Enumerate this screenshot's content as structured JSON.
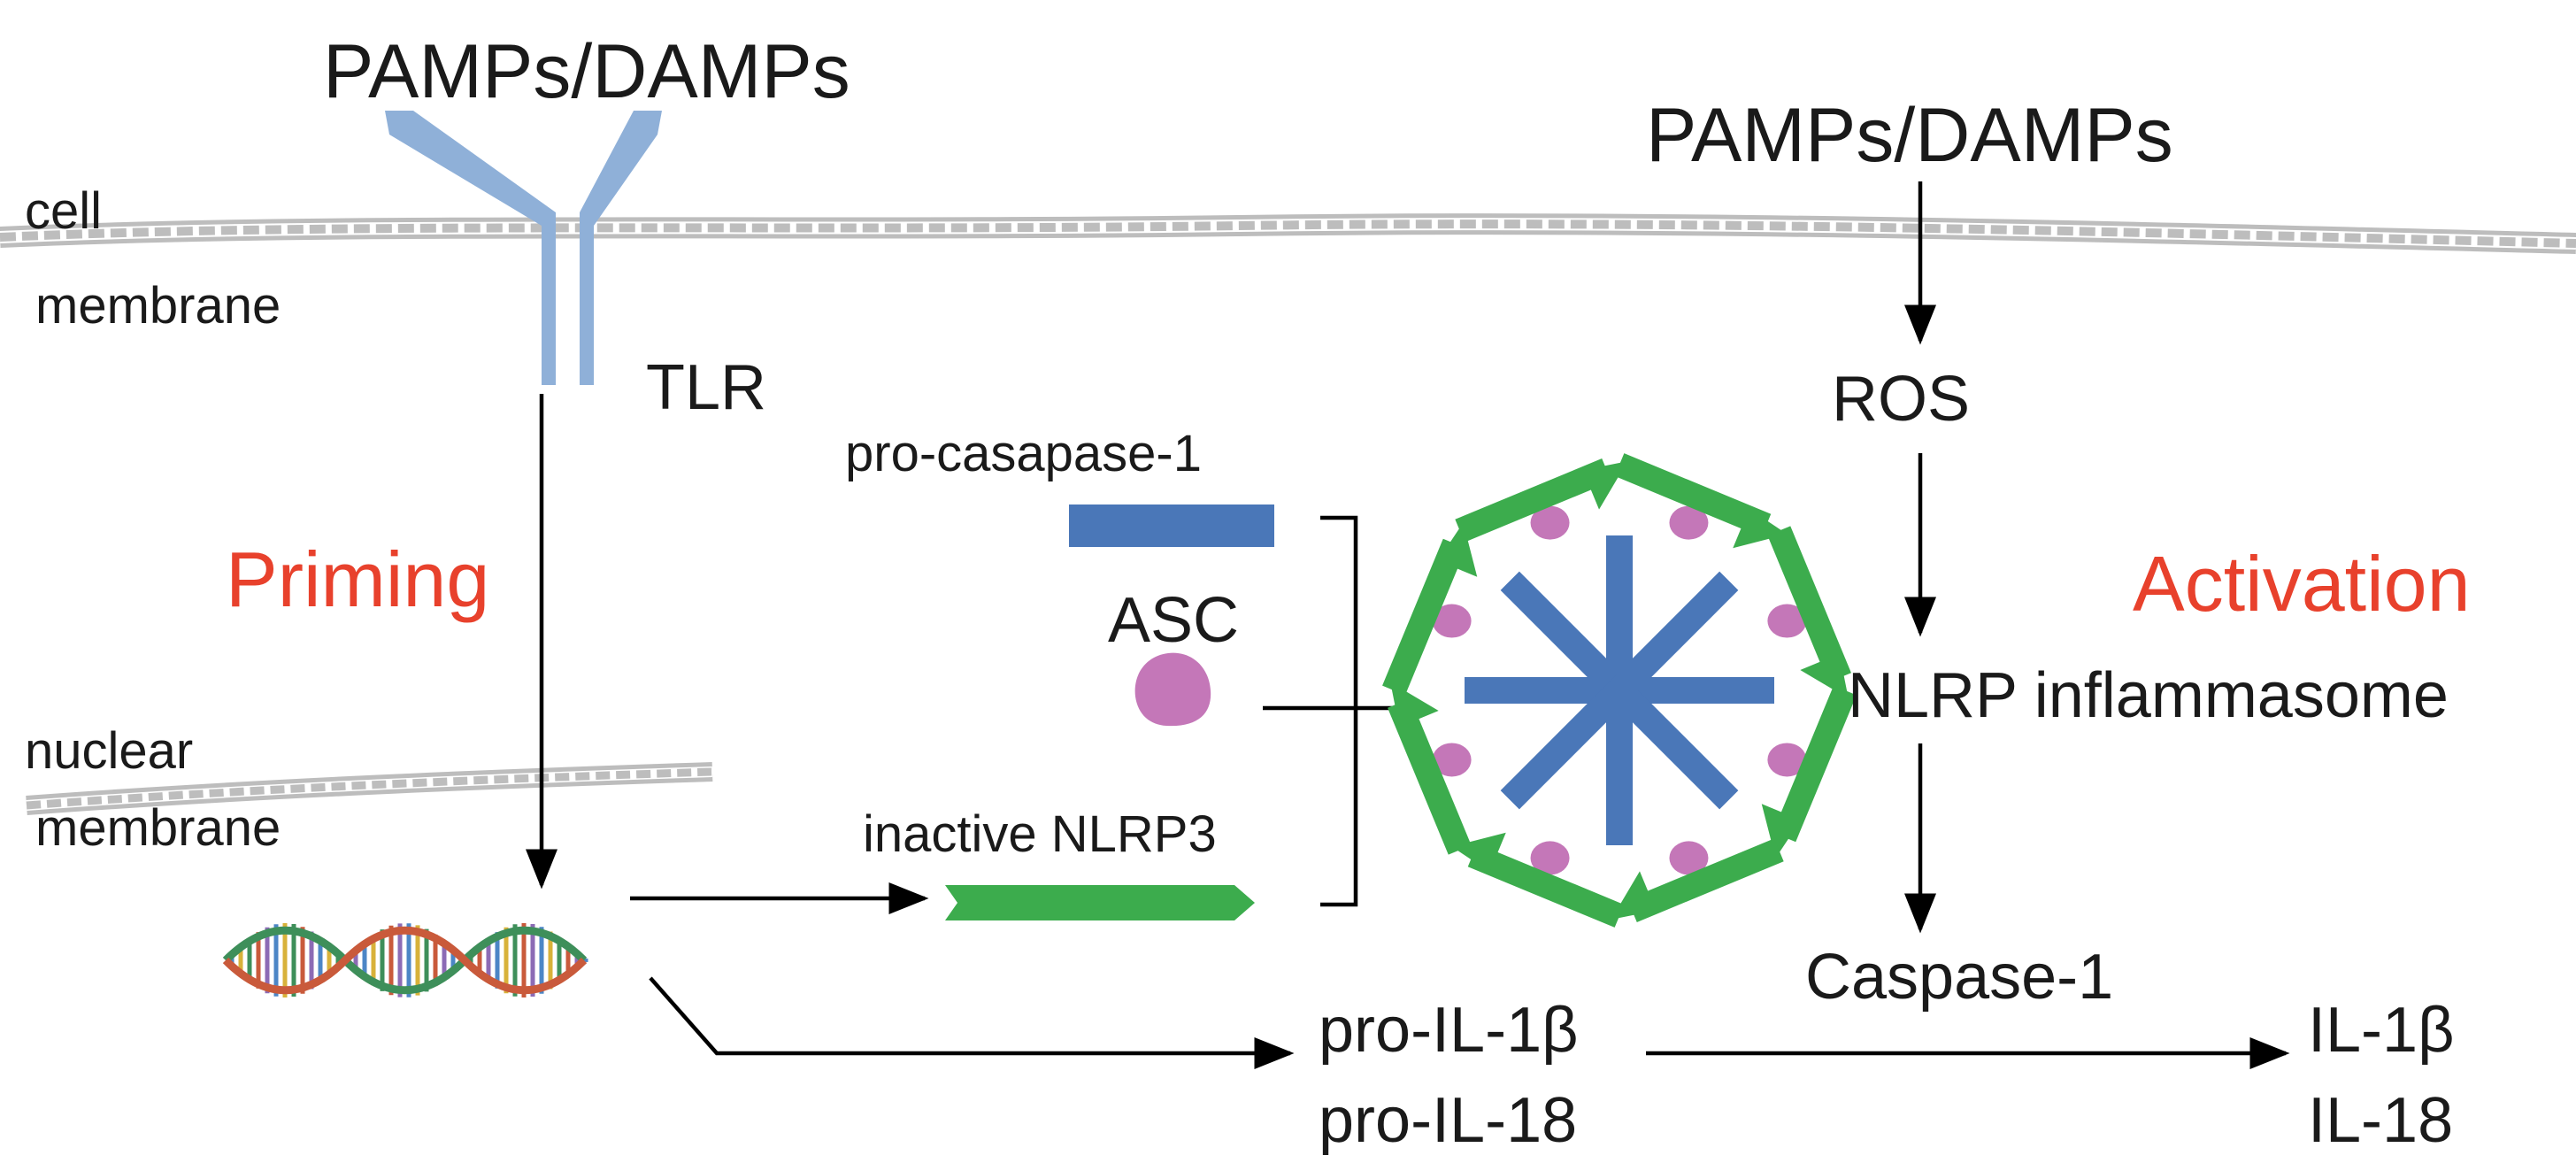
{
  "colors": {
    "receptor": "#8fb0d8",
    "caspase_bar": "#4a77b8",
    "asc": "#c477b8",
    "nlrp3": "#3cac4d",
    "membrane": "#bdbdbd",
    "phase_label": "#e8412c",
    "text": "#1a1a1a"
  },
  "labels": {
    "pamps_left": "PAMPs/DAMPs",
    "pamps_right": "PAMPs/DAMPs",
    "cell_membrane_line1": "cell",
    "cell_membrane_line2": "membrane",
    "nuclear_membrane_line1": "nuclear",
    "nuclear_membrane_line2": "membrane",
    "tlr": "TLR",
    "priming": "Priming",
    "activation": "Activation",
    "pro_caspase": "pro-casapase-1",
    "asc": "ASC",
    "inactive_nlrp3": "inactive NLRP3",
    "ros": "ROS",
    "nlrp_inflammasome": "NLRP inflammasome",
    "caspase1": "Caspase-1",
    "pro_il1b": "pro-IL-1β",
    "pro_il18": "pro-IL-18",
    "il1b": "IL-1β",
    "il18": "IL-18"
  },
  "icons": {
    "receptor": "tlr-receptor-icon",
    "dna": "dna-helix-icon",
    "inflammasome": "inflammasome-complex-icon",
    "asc_blob": "asc-blob-icon"
  }
}
